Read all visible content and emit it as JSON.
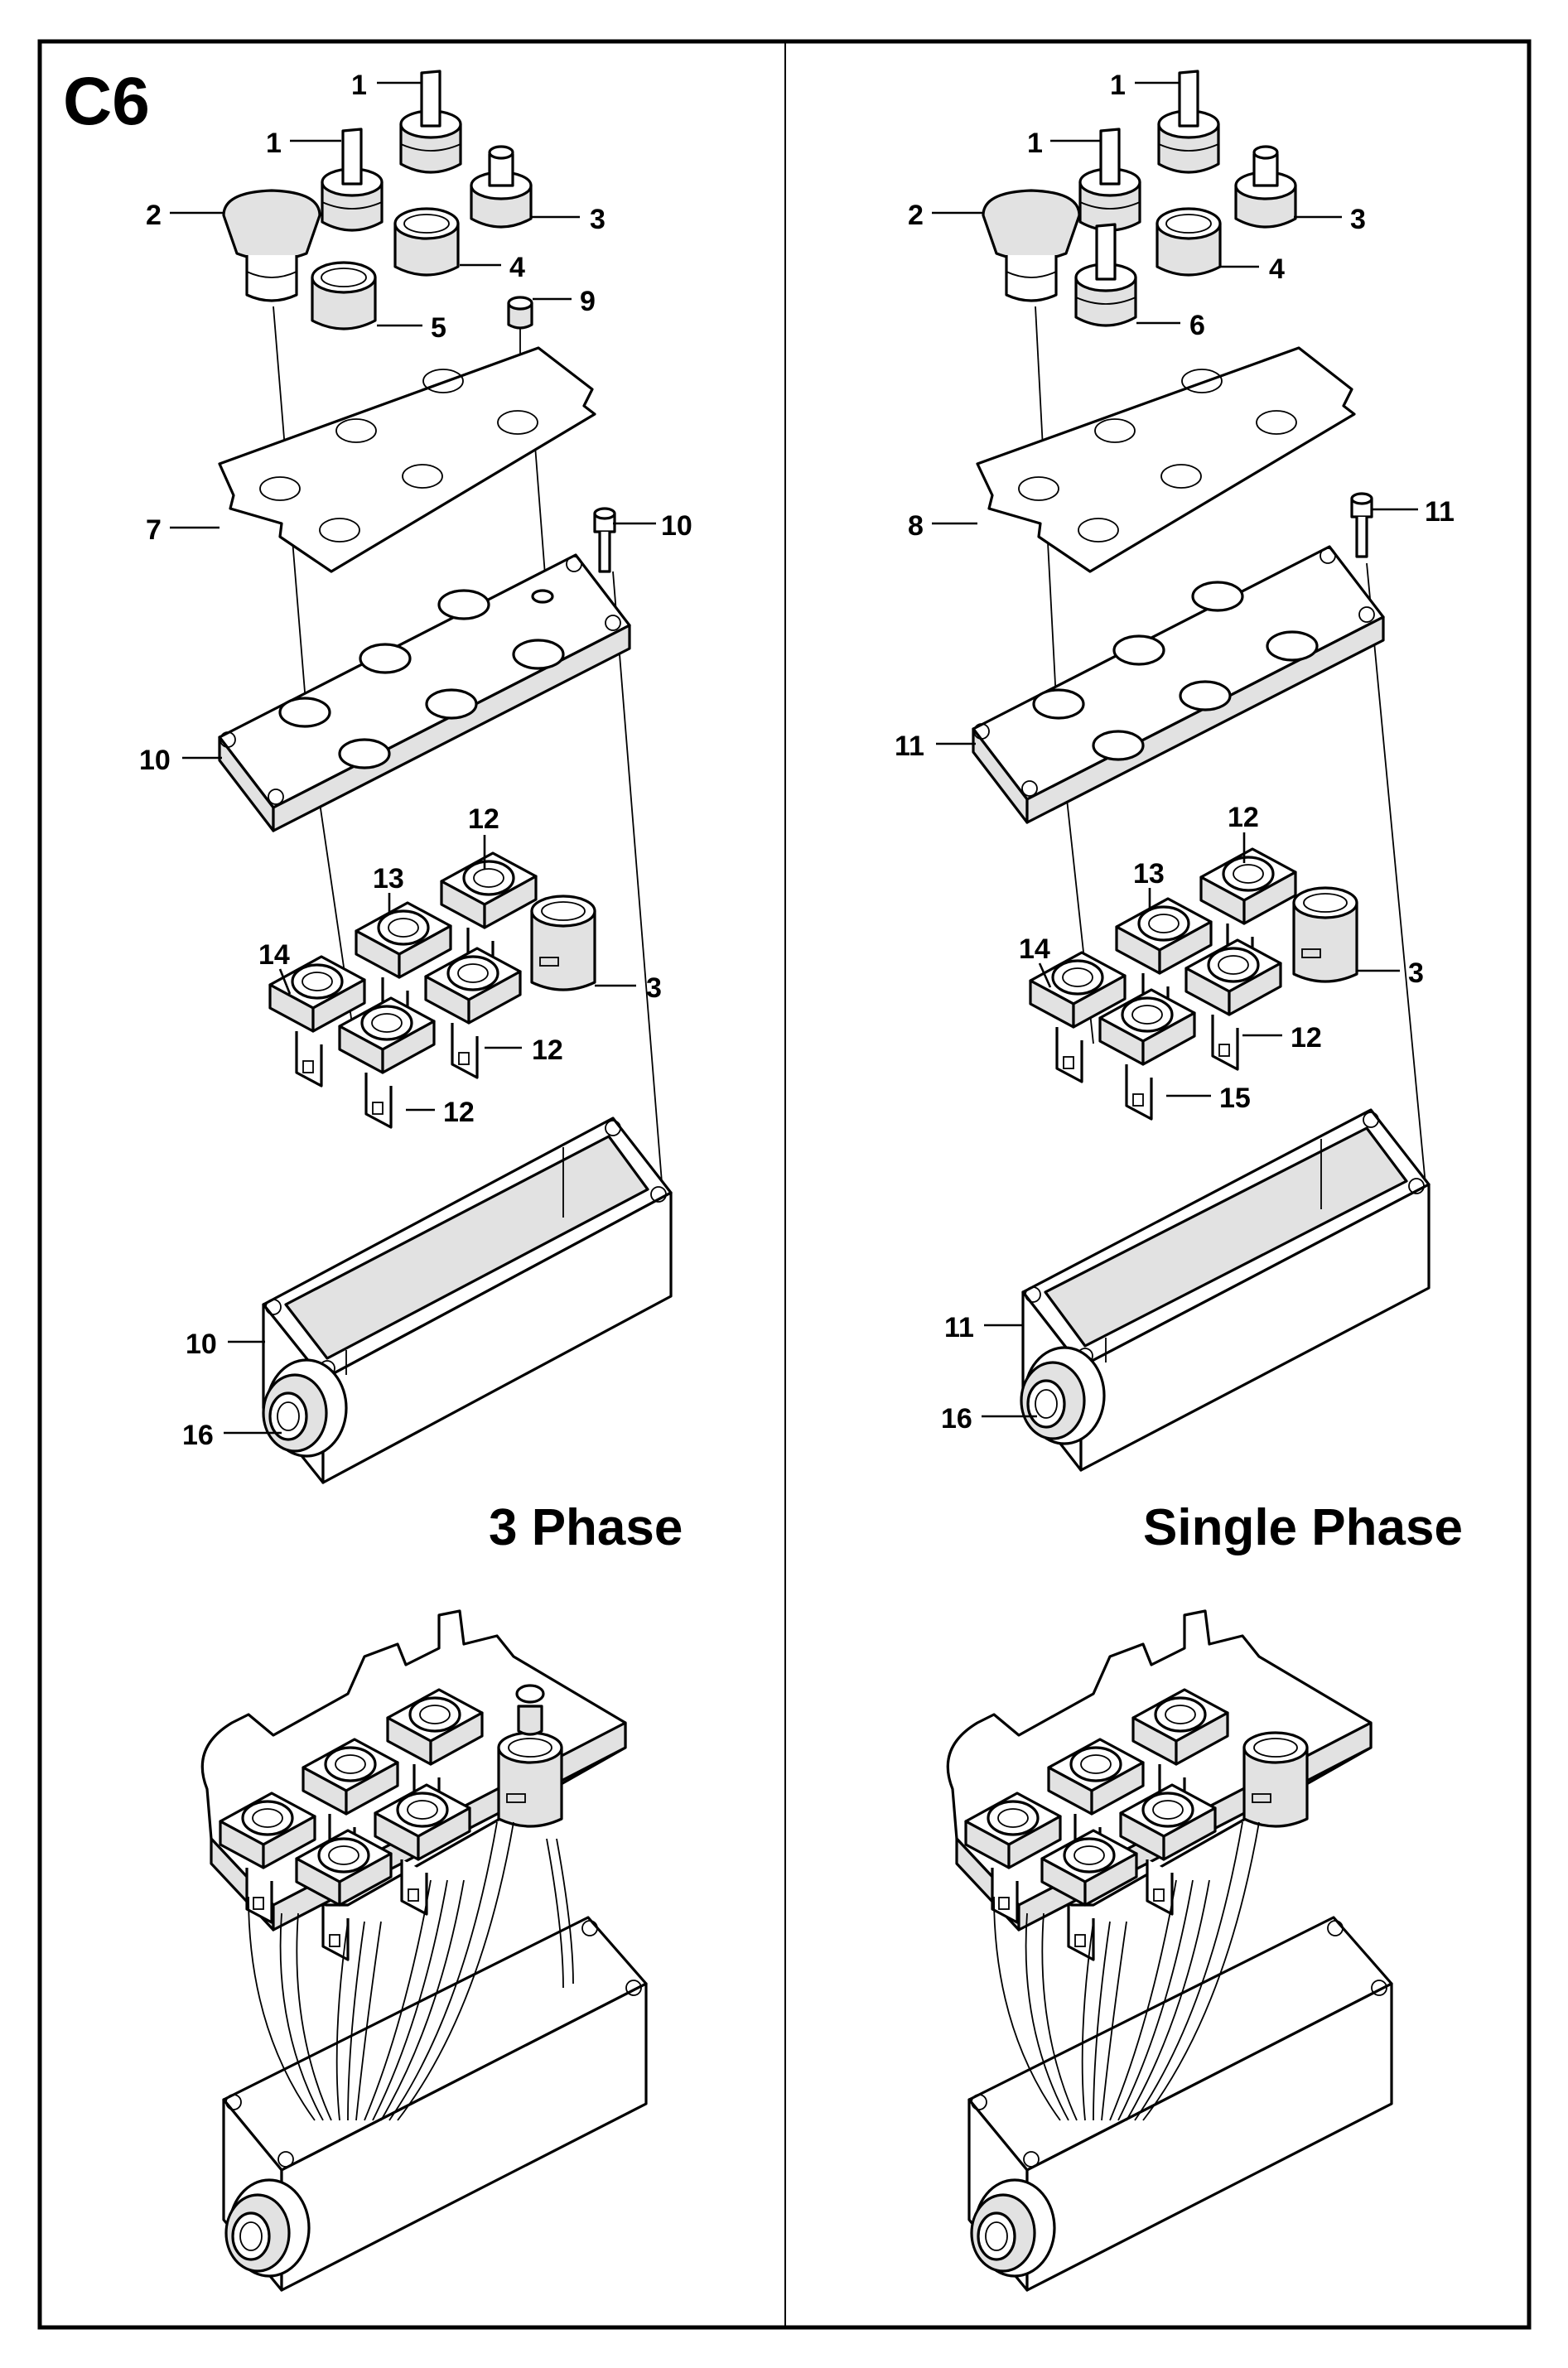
{
  "section_label": "C6",
  "panels": {
    "three_phase": {
      "title": "3 Phase"
    },
    "single_phase": {
      "title": "Single Phase"
    }
  },
  "callouts": {
    "three_phase": {
      "part_1a": "1",
      "part_1b": "1",
      "part_2": "2",
      "part_3_top": "3",
      "part_4": "4",
      "part_5": "5",
      "part_9": "9",
      "part_7": "7",
      "part_10_screw": "10",
      "part_10_lid": "10",
      "part_12_top": "12",
      "part_13": "13",
      "part_14": "14",
      "part_3_lamp": "3",
      "part_12_mid": "12",
      "part_12_bottom": "12",
      "part_10_box": "10",
      "part_16": "16"
    },
    "single_phase": {
      "part_1a": "1",
      "part_1b": "1",
      "part_2": "2",
      "part_3_top": "3",
      "part_4": "4",
      "part_6": "6",
      "part_8": "8",
      "part_11_screw": "11",
      "part_11_lid": "11",
      "part_12_top": "12",
      "part_13": "13",
      "part_14": "14",
      "part_3_lamp": "3",
      "part_12_mid": "12",
      "part_15": "15",
      "part_11_box": "11",
      "part_16": "16"
    }
  },
  "colors": {
    "ink": "#000000",
    "paper": "#ffffff",
    "shade": "#e2e2e2"
  }
}
